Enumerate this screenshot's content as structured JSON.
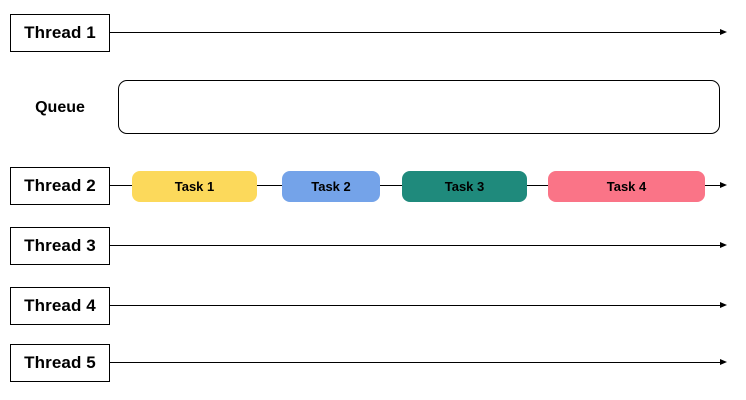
{
  "diagram": {
    "threads": [
      {
        "label": "Thread 1"
      },
      {
        "label": "Thread 2"
      },
      {
        "label": "Thread 3"
      },
      {
        "label": "Thread 4"
      },
      {
        "label": "Thread 5"
      }
    ],
    "queue": {
      "label": "Queue"
    },
    "tasks": [
      {
        "label": "Task 1",
        "color": "#FCD95B"
      },
      {
        "label": "Task 2",
        "color": "#74A3E9"
      },
      {
        "label": "Task 3",
        "color": "#1F8A7C"
      },
      {
        "label": "Task 4",
        "color": "#FA7487"
      }
    ],
    "line_color": "#000000",
    "text_color": "#000000",
    "background_color": "#FFFFFF"
  }
}
